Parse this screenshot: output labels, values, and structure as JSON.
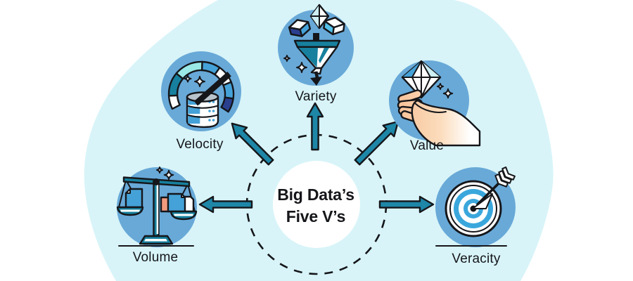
{
  "title": {
    "line1": "Big Data’s",
    "line2": "Five V’s"
  },
  "nodes": [
    {
      "id": "velocity",
      "label": "Velocity",
      "icon": "speedometer-database-icon"
    },
    {
      "id": "variety",
      "label": "Variety",
      "icon": "funnel-shapes-icon"
    },
    {
      "id": "value",
      "label": "Value",
      "icon": "hand-diamond-icon"
    },
    {
      "id": "volume",
      "label": "Volume",
      "icon": "balance-scale-icon"
    },
    {
      "id": "veracity",
      "label": "Veracity",
      "icon": "target-dart-icon"
    }
  ],
  "colors": {
    "blob": "#d8f4f8",
    "badge": "#68a9d8",
    "arrow": "#1e86a7",
    "teal": "#17809e",
    "blue": "#45a2d8",
    "lightcyan": "#9ae9e6",
    "navy": "#2b3f8f",
    "salmon": "#f09a7e",
    "target": "#3aa7dc",
    "ink": "#15161a",
    "skin": "#f7c096",
    "metal": "#b9c3cb",
    "cubecyan": "#53c0e8",
    "facet": "#cdeef2"
  }
}
